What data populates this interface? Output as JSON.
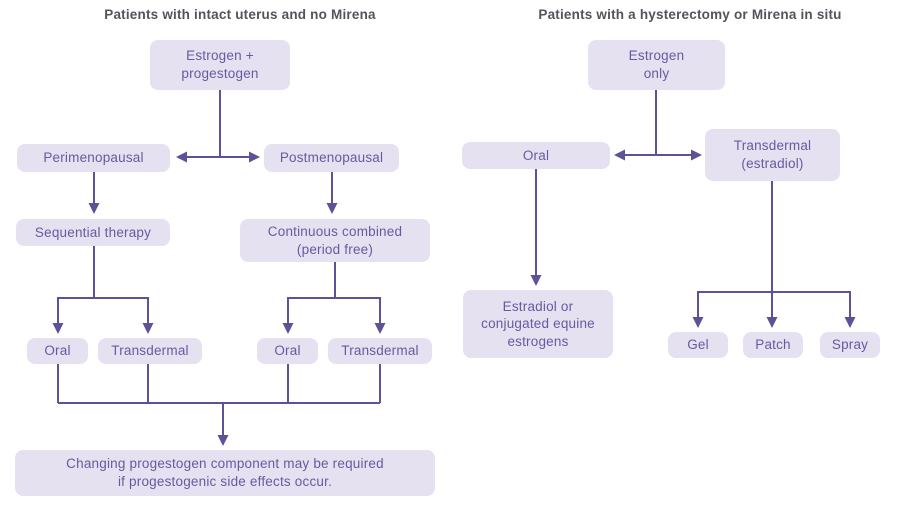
{
  "colors": {
    "node_fill": "#e5e1f1",
    "node_text": "#685a9f",
    "connector": "#5e5198",
    "title_text": "#56525b",
    "background": "#ffffff"
  },
  "left": {
    "title": "Patients with intact uterus and no Mirena",
    "nodes": {
      "estrogen_progestogen": "Estrogen +\nprogestogen",
      "perimenopausal": "Perimenopausal",
      "postmenopausal": "Postmenopausal",
      "sequential_therapy": "Sequential therapy",
      "continuous_combined": "Continuous combined\n(period free)",
      "oral_seq": "Oral",
      "transdermal_seq": "Transdermal",
      "oral_cont": "Oral",
      "transdermal_cont": "Transdermal",
      "note": "Changing progestogen component may be required\nif progestogenic side effects occur."
    }
  },
  "right": {
    "title": "Patients with a hysterectomy or Mirena in situ",
    "nodes": {
      "estrogen_only": "Estrogen\nonly",
      "oral": "Oral",
      "transdermal_estradiol": "Transdermal\n(estradiol)",
      "estradiol_cee": "Estradiol or\nconjugated equine\nestrogens",
      "gel": "Gel",
      "patch": "Patch",
      "spray": "Spray"
    }
  }
}
